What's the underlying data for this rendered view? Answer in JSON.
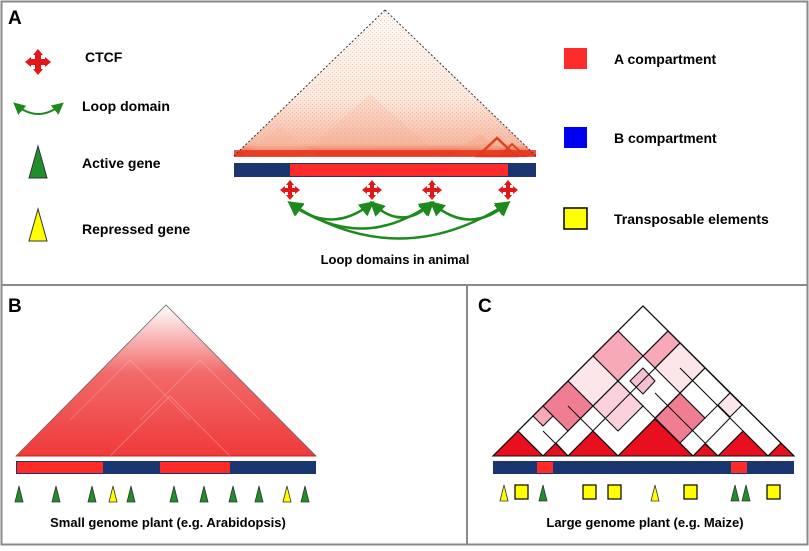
{
  "panels": {
    "a": {
      "letter": "A",
      "caption": "Loop domains in animal"
    },
    "b": {
      "letter": "B",
      "caption": "Small genome plant (e.g. Arabidopsis)"
    },
    "c": {
      "letter": "C",
      "caption": "Large genome plant (e.g. Maize)"
    }
  },
  "legend_left": [
    {
      "icon": "ctcf-cross-icon",
      "label": "CTCF"
    },
    {
      "icon": "loop-arrow-icon",
      "label": "Loop domain"
    },
    {
      "icon": "active-gene-triangle-icon",
      "label": "Active gene"
    },
    {
      "icon": "repressed-gene-triangle-icon",
      "label": "Repressed gene"
    }
  ],
  "legend_right": [
    {
      "icon": "a-compartment-swatch-icon",
      "label": "A compartment"
    },
    {
      "icon": "b-compartment-swatch-icon",
      "label": "B compartment"
    },
    {
      "icon": "transposable-element-swatch-icon",
      "label": "Transposable elements"
    }
  ],
  "colors": {
    "a_compartment": "#ff2a2a",
    "b_compartment": "#1a3570",
    "legend_b_blue": "#0000ee",
    "ctcf_red": "#e01818",
    "loop_green": "#1d8a1d",
    "active_gene": "#1f8f2a",
    "repressed_gene": "#ffff00",
    "border": "#7f7f7f"
  }
}
